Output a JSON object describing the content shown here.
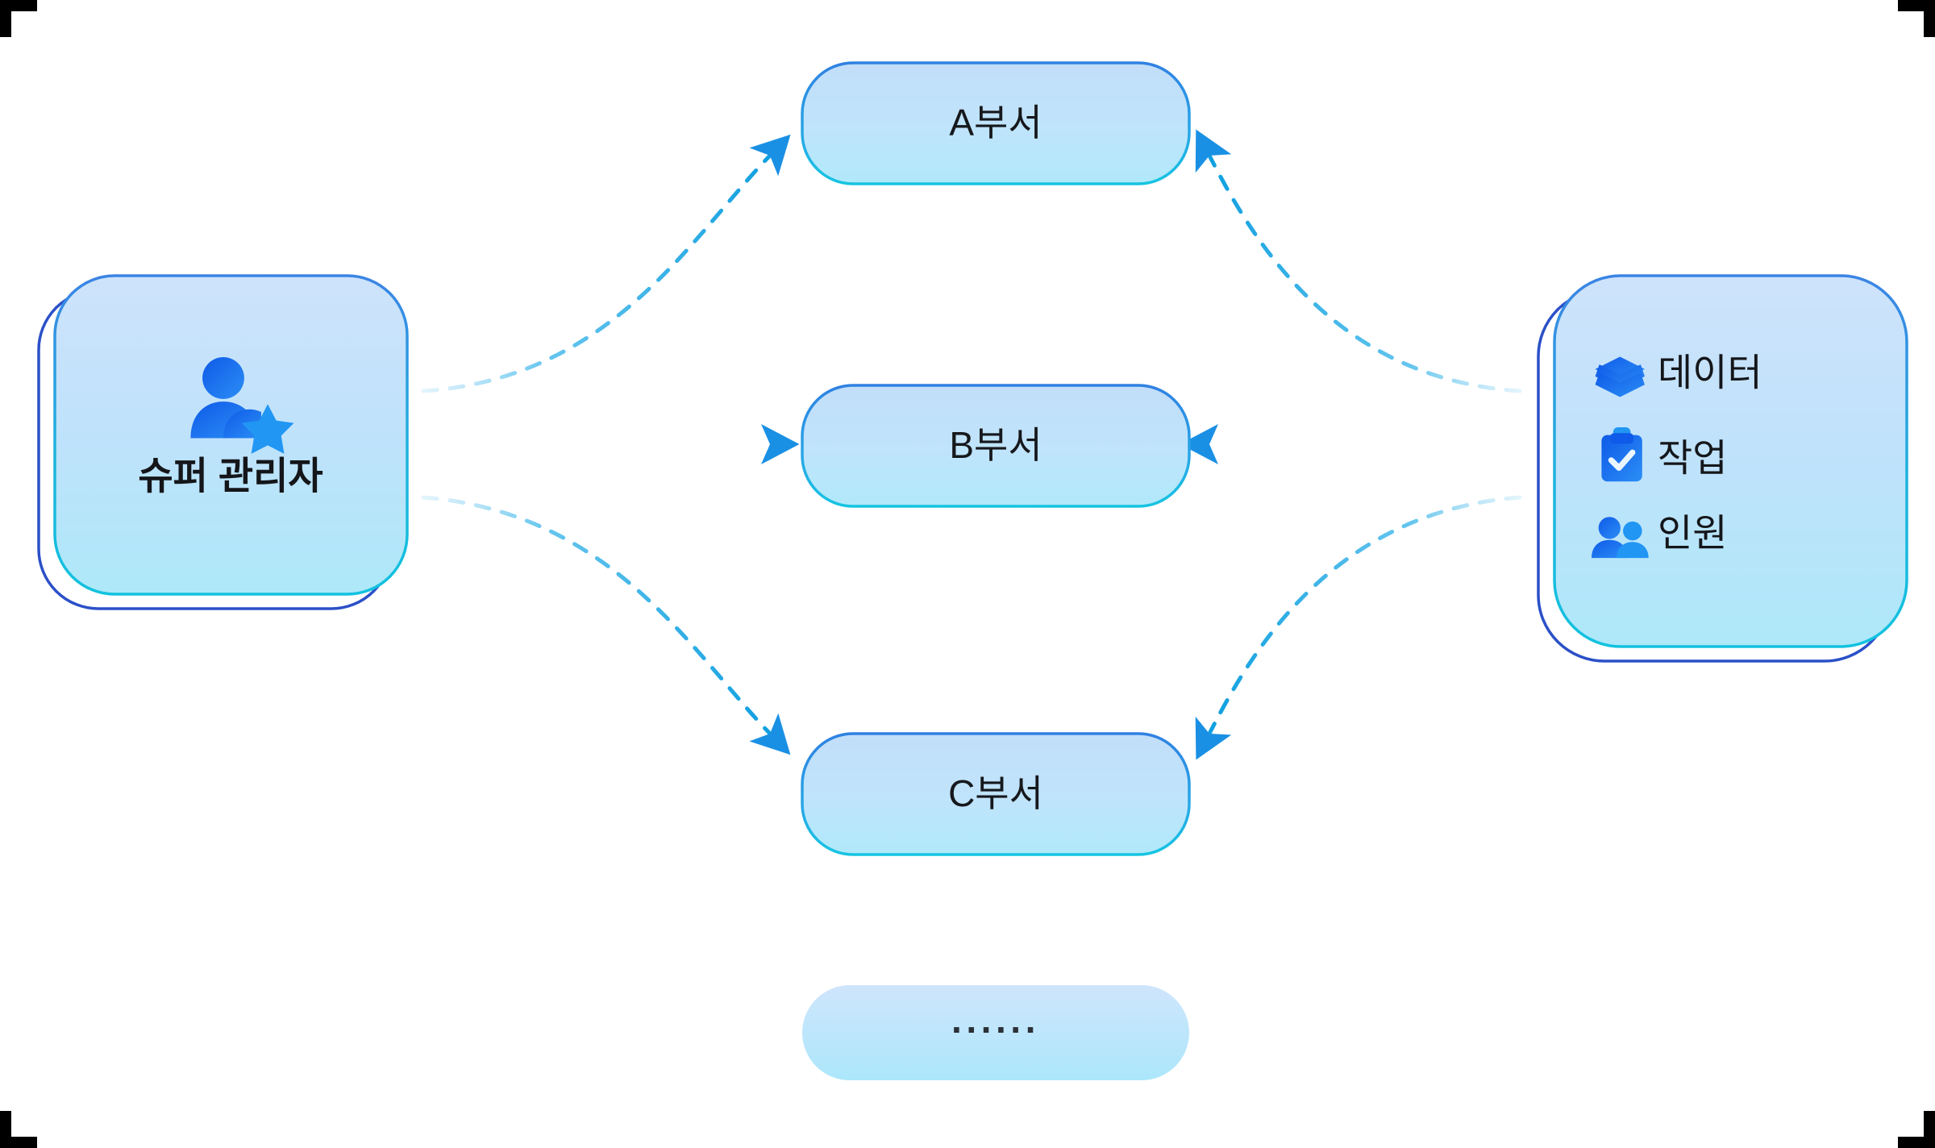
{
  "diagram": {
    "type": "permission-flow",
    "title_visible": false,
    "colors": {
      "node_fill_top": "#bedcfb",
      "node_fill_bottom": "#b3e6f9",
      "node_border_top": "#2b7fe0",
      "node_border_bottom": "#19bfdd",
      "card_fill_top": "#cbe2fb",
      "card_fill_bottom": "#b2e7f8",
      "card_border": "#17b6d9",
      "shadow_card_border": "#2b50c8",
      "edge_color": "#17a6e0",
      "arrow_color": "#1a8fe3",
      "icon_blue_dark": "#1566e8",
      "icon_blue_light": "#2196f3",
      "text_color": "#16181c",
      "background": "#ffffff",
      "corner_mark": "#000000"
    }
  },
  "source_card": {
    "name": "super-admin",
    "label": "슈퍼 관리자",
    "icon": "user-star-icon"
  },
  "target_card": {
    "name": "resources",
    "capabilities": [
      {
        "icon": "layers-icon",
        "label": "데이터"
      },
      {
        "icon": "clipboard-check-icon",
        "label": "작업"
      },
      {
        "icon": "people-icon",
        "label": "인원"
      }
    ]
  },
  "departments": [
    {
      "id": "dept-a",
      "label": "A부서"
    },
    {
      "id": "dept-b",
      "label": "B부서"
    },
    {
      "id": "dept-c",
      "label": "C부서"
    }
  ],
  "more_node": {
    "id": "dept-more",
    "label": "······"
  },
  "edges": [
    {
      "from": "super-admin",
      "to": "dept-a",
      "style": "dashed",
      "arrow": "to"
    },
    {
      "from": "super-admin",
      "to": "dept-b",
      "style": "dashed",
      "arrow": "to"
    },
    {
      "from": "super-admin",
      "to": "dept-c",
      "style": "dashed",
      "arrow": "to"
    },
    {
      "from": "resources",
      "to": "dept-a",
      "style": "dashed",
      "arrow": "to"
    },
    {
      "from": "resources",
      "to": "dept-b",
      "style": "dashed",
      "arrow": "to"
    },
    {
      "from": "resources",
      "to": "dept-c",
      "style": "dashed",
      "arrow": "to"
    }
  ]
}
